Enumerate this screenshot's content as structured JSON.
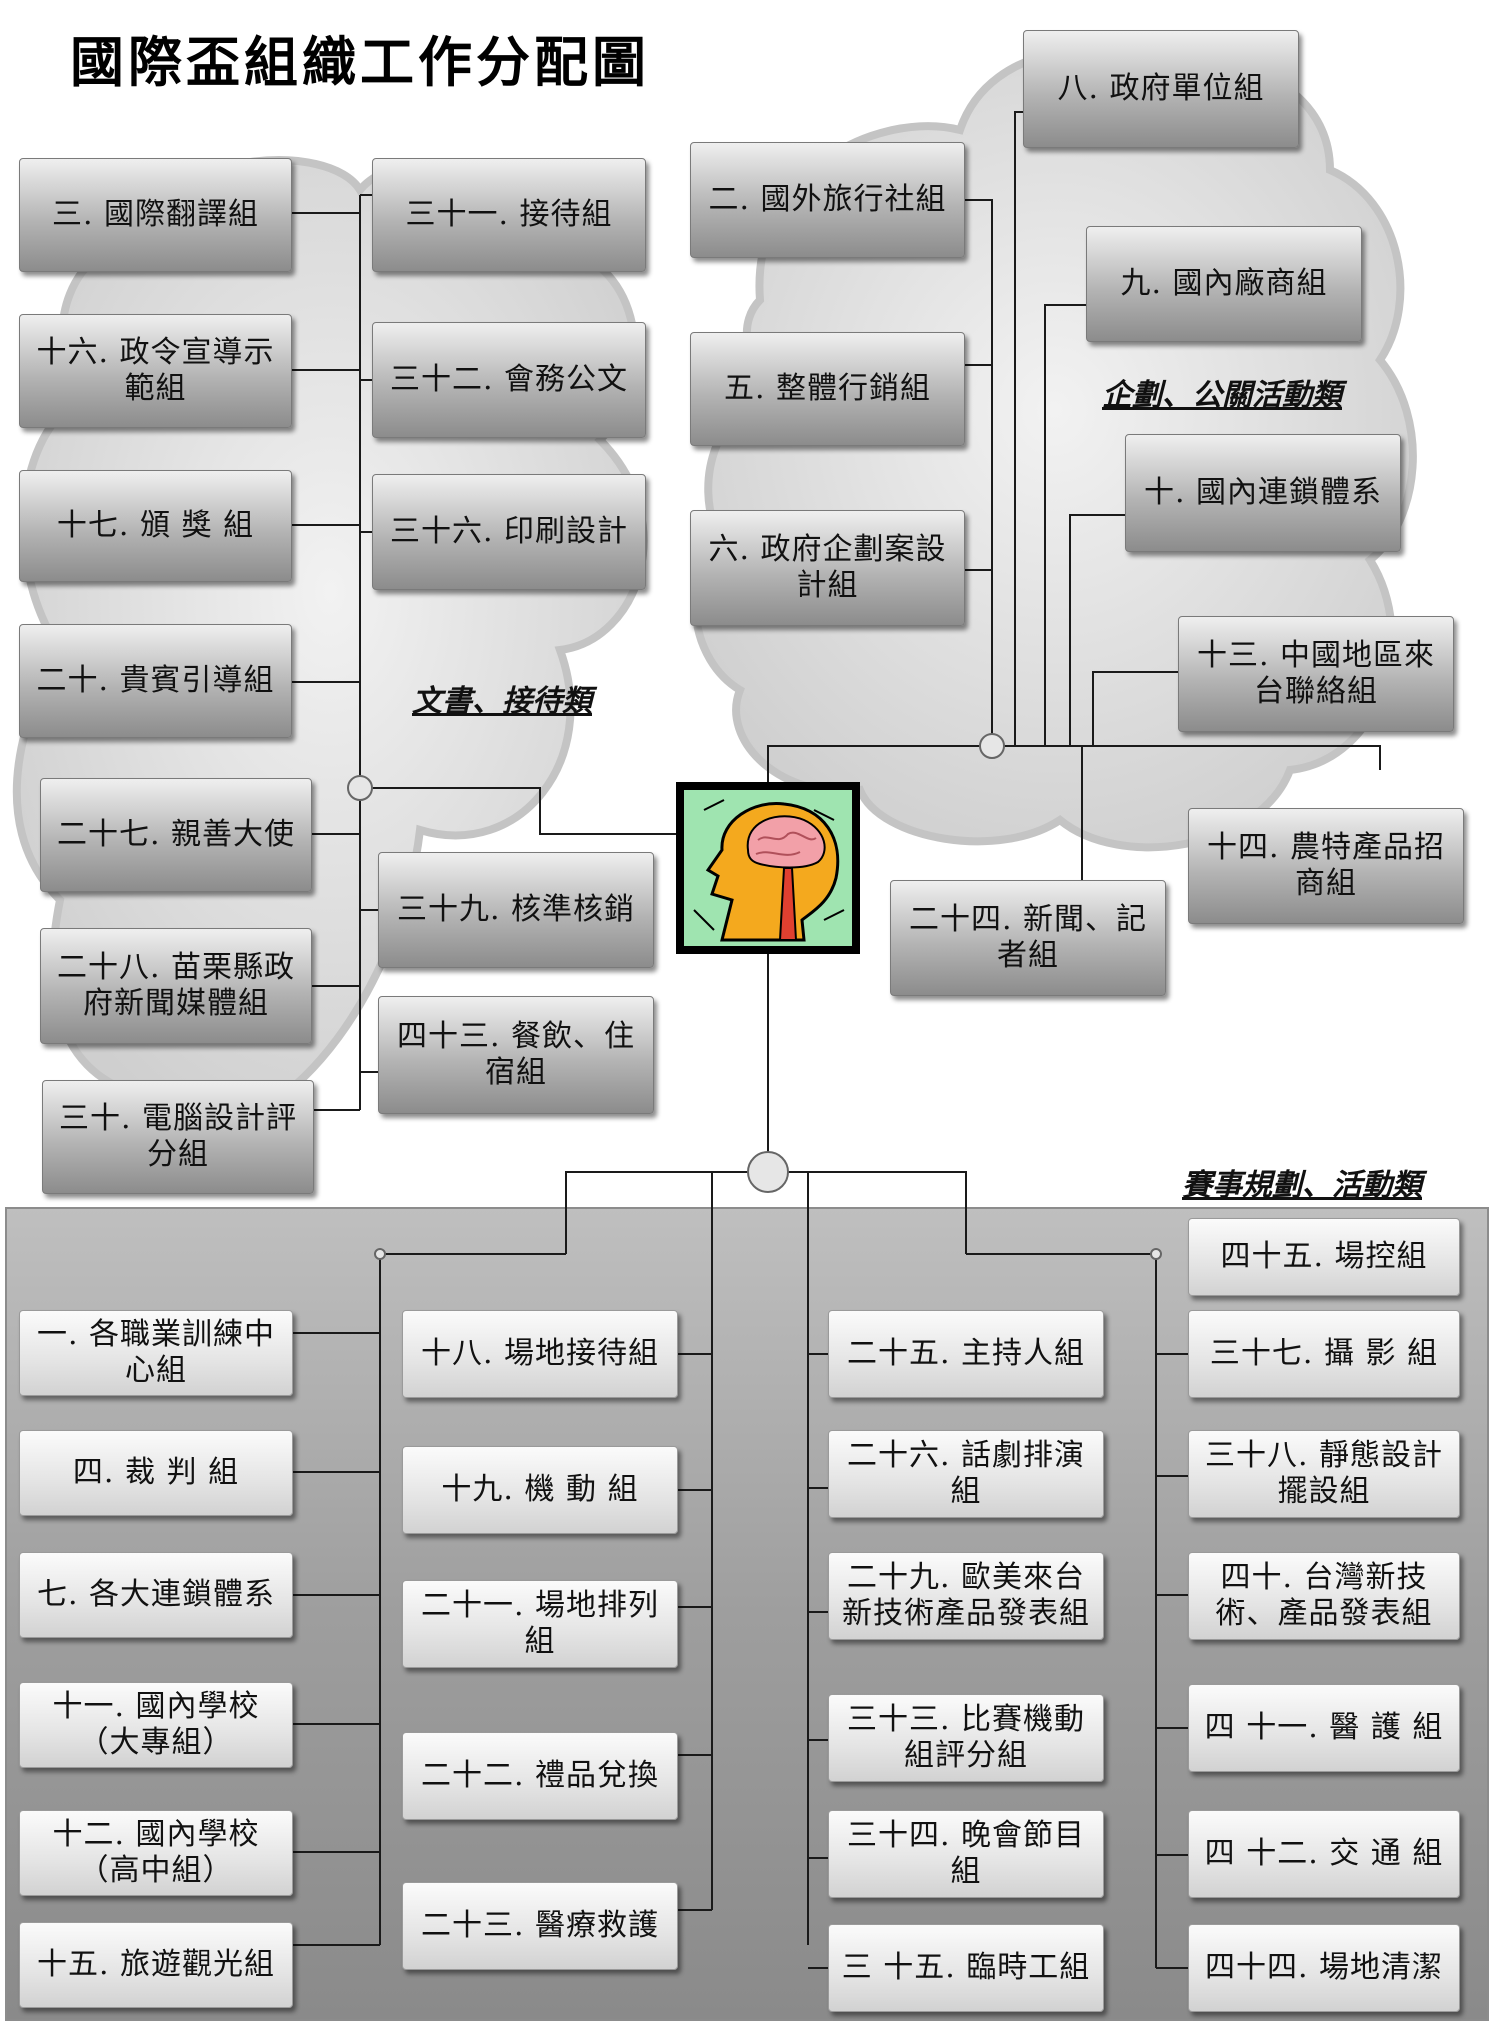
{
  "title": "國際盃組織工作分配圖",
  "categories": {
    "clerical": "文書、接待類",
    "planning": "企劃、公關活動類",
    "events": "賽事規劃、活動類"
  },
  "center_icon": "brain-head-icon",
  "clerical_groups": {
    "g3": "三. 國際翻譯組",
    "g16": "十六. 政令宣導示範組",
    "g17": "十七. 頒 獎 組",
    "g20": "二十. 貴賓引導組",
    "g27": "二十七. 親善大使",
    "g28": "二十八. 苗栗縣政府新聞媒體組",
    "g30": "三十. 電腦設計評分組",
    "g31": "三十一. 接待組",
    "g32": "三十二. 會務公文",
    "g36": "三十六. 印刷設計",
    "g39": "三十九. 核準核銷",
    "g43": "四十三. 餐飲、住宿組"
  },
  "planning_groups": {
    "g2": "二. 國外旅行社組",
    "g5": "五.  整體行銷組",
    "g6": "六. 政府企劃案設計組",
    "g8": "八. 政府單位組",
    "g9": "九. 國內廠商組",
    "g10": "十. 國內連鎖體系",
    "g13": "十三. 中國地區來台聯絡組",
    "g14": "十四. 農特產品招商組",
    "g24": "二十四. 新聞、記者組"
  },
  "event_groups": {
    "col1": [
      "一. 各職業訓練中心組",
      "四.  裁  判  組",
      "七. 各大連鎖體系",
      "十一. 國內學校（大專組）",
      "十二. 國內學校（高中組）",
      "十五. 旅遊觀光組"
    ],
    "col2": [
      "十八. 場地接待組",
      "十九. 機  動  組",
      "二十一.  場地排列組",
      "二十二. 禮品兌換",
      "二十三. 醫療救護"
    ],
    "col3": [
      "二十五. 主持人組",
      "二十六.  話劇排演組",
      "二十九.  歐美來台新技術產品發表組",
      "三十三. 比賽機動組評分組",
      "三十四. 晚會節目組",
      "三 十五. 臨時工組"
    ],
    "col4": [
      "三十七. 攝 影 組",
      "三十八. 靜態設計擺設組",
      "四十. 台灣新技術、產品發表組",
      "四 十一. 醫 護 組",
      "四 十二. 交 通 組",
      "四十四.  場地清潔"
    ],
    "g45": "四十五.  場控組"
  }
}
